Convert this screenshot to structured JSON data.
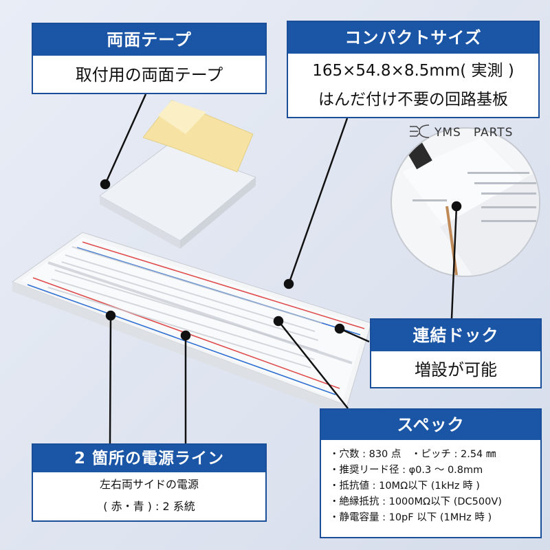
{
  "callouts": {
    "tape": {
      "title": "両面テープ",
      "text": "取付用の両面テープ"
    },
    "compact": {
      "title": "コンパクトサイズ",
      "line1": "165×54.8×8.5mm( 実測 )",
      "line2": "はんだ付け不要の回路基板"
    },
    "dock": {
      "title": "連結ドック",
      "text": "増設が可能"
    },
    "power": {
      "title": "2 箇所の電源ライン",
      "line1": "左右両サイドの電源",
      "line2": "( 赤・青 ) : 2 系統"
    },
    "spec": {
      "title": "スペック",
      "items": [
        "・穴数 : 830 点　・ピッチ : 2.54 ㎜",
        "・推奨リード径 : φ0.3 ～ 0.8mm",
        "・抵抗値 : 10MΩ以下 (1kHz 時 )",
        "・絶縁抵抗 : 1000MΩ以下 (DC500V)",
        "・静電容量 : 10pF 以下 (1MHz 時 )"
      ]
    }
  },
  "logo": {
    "text": "YMS　PARTS"
  },
  "colors": {
    "header_blue": "#1b55a6",
    "rail_red": "#e04b4b",
    "rail_blue": "#2f6fd1"
  }
}
